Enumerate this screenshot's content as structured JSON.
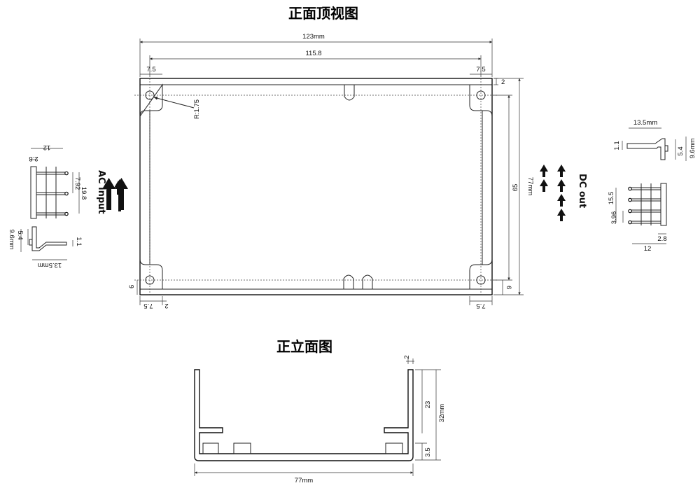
{
  "top_view": {
    "title": "正面顶视图",
    "dims": {
      "overall_width": "123mm",
      "hole_pitch": "115.8",
      "left_flange": "7.5",
      "right_flange": "7.5",
      "top_flange": "2",
      "hole_radius": "R:1.75",
      "inner_height": "65",
      "overall_height": "77mm",
      "bottom_left_6": "6",
      "bottom_right_6": "6",
      "bottom_left_75": "7.5",
      "bottom_left_2": "2",
      "bottom_right_75": "7.5"
    }
  },
  "ac_connector": {
    "label": "AC input",
    "dims": {
      "width": "12",
      "pin_offset": "2.8",
      "pitch": "7.92",
      "span": "19.8",
      "height_total": "9.6mm",
      "height_part": "5.4",
      "pin_dia": "1.1",
      "length": "13.5mm"
    }
  },
  "dc_connector": {
    "label": "DC out",
    "dims": {
      "length": "13.5mm",
      "pin_dia": "1.1",
      "height_part": "5.4",
      "height_total": "9.6mm",
      "span": "15.5",
      "pitch": "3.96",
      "pin_offset": "2.8",
      "width": "12"
    }
  },
  "front_view": {
    "title": "正立面图",
    "dims": {
      "wall": "2",
      "upper": "23",
      "total_height": "32mm",
      "standoff": "3.5",
      "width": "77mm"
    }
  }
}
